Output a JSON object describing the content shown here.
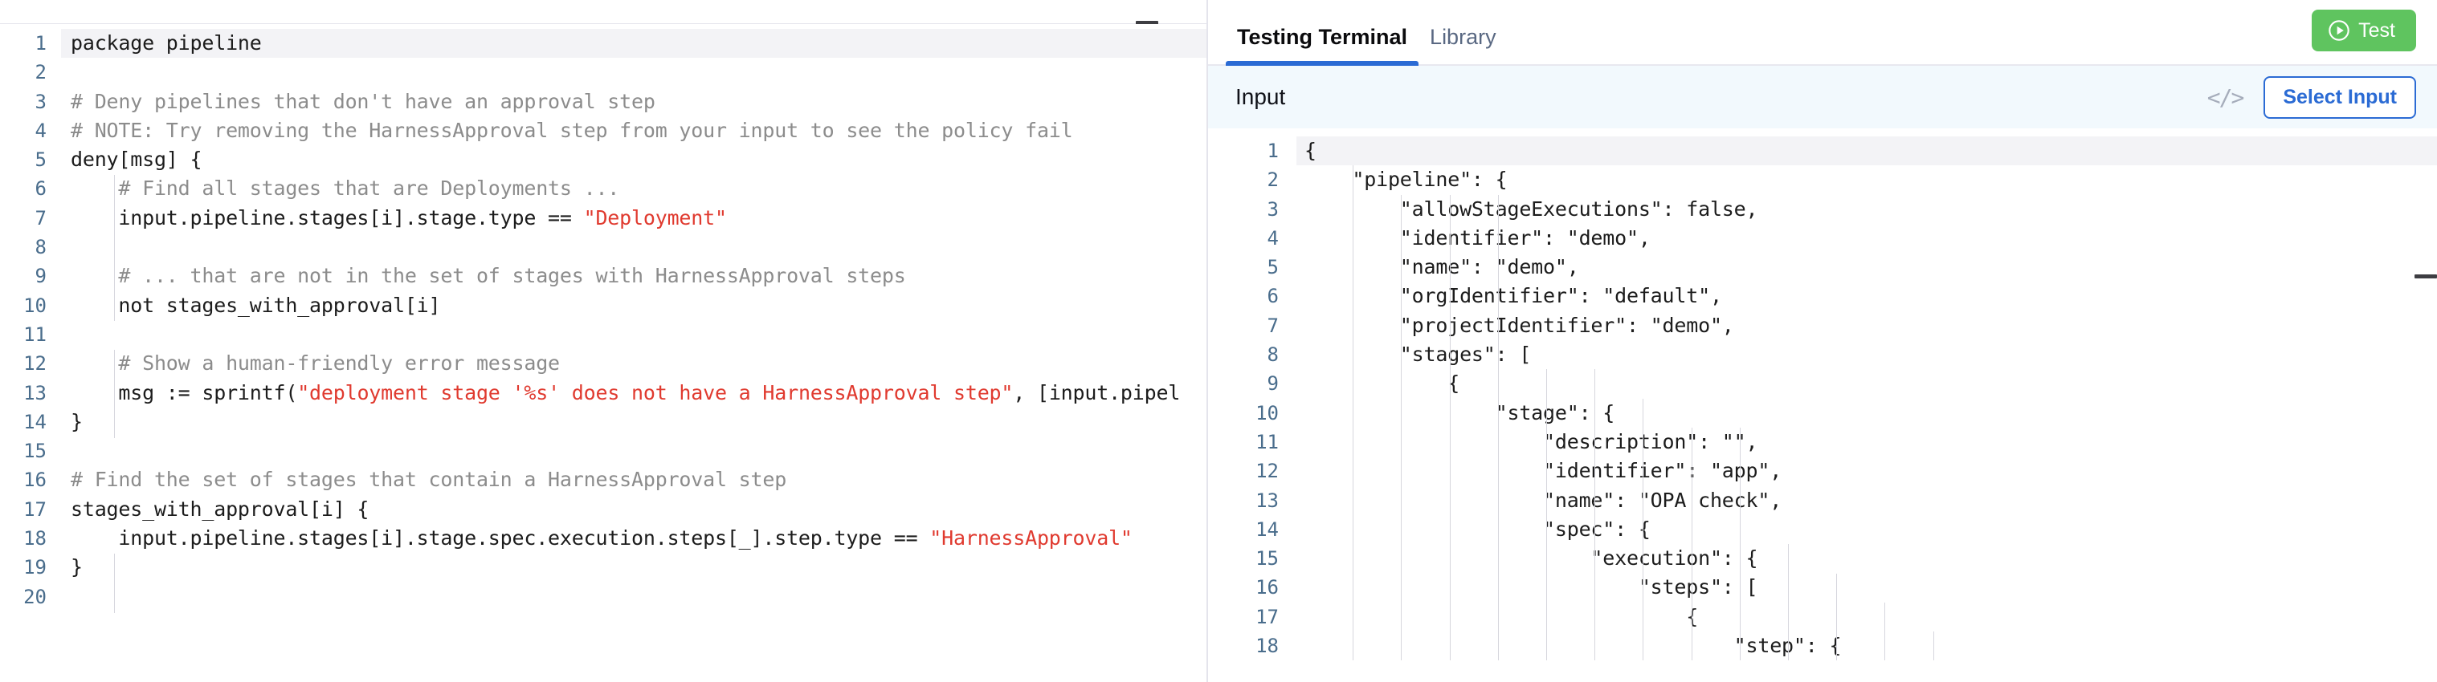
{
  "left_editor": {
    "name": "rego-policy-editor",
    "language": "rego",
    "active_line": 1,
    "total_lines": 20,
    "lines": [
      {
        "n": 1,
        "segments": [
          {
            "t": "package pipeline",
            "k": "plain"
          }
        ]
      },
      {
        "n": 2,
        "segments": []
      },
      {
        "n": 3,
        "segments": [
          {
            "t": "# Deny pipelines that don't have an approval step",
            "k": "comment"
          }
        ]
      },
      {
        "n": 4,
        "segments": [
          {
            "t": "# NOTE: Try removing the HarnessApproval step from your input to see the policy fail",
            "k": "comment"
          }
        ]
      },
      {
        "n": 5,
        "segments": [
          {
            "t": "deny[msg] {",
            "k": "plain"
          }
        ]
      },
      {
        "n": 6,
        "segments": [
          {
            "t": "    # Find all stages that are Deployments ...",
            "k": "comment"
          }
        ]
      },
      {
        "n": 7,
        "segments": [
          {
            "t": "    input.pipeline.stages[i].stage.type == ",
            "k": "plain"
          },
          {
            "t": "\"Deployment\"",
            "k": "string"
          }
        ]
      },
      {
        "n": 8,
        "segments": []
      },
      {
        "n": 9,
        "segments": [
          {
            "t": "    # ... that are not in the set of stages with HarnessApproval steps",
            "k": "comment"
          }
        ]
      },
      {
        "n": 10,
        "segments": [
          {
            "t": "    not stages_with_approval[i]",
            "k": "plain"
          }
        ]
      },
      {
        "n": 11,
        "segments": []
      },
      {
        "n": 12,
        "segments": [
          {
            "t": "    # Show a human-friendly error message",
            "k": "comment"
          }
        ]
      },
      {
        "n": 13,
        "segments": [
          {
            "t": "    msg := sprintf(",
            "k": "plain"
          },
          {
            "t": "\"deployment stage '%s' does not have a HarnessApproval step\"",
            "k": "string"
          },
          {
            "t": ", [input.pipel",
            "k": "plain"
          }
        ]
      },
      {
        "n": 14,
        "segments": [
          {
            "t": "}",
            "k": "plain"
          }
        ]
      },
      {
        "n": 15,
        "segments": []
      },
      {
        "n": 16,
        "segments": [
          {
            "t": "# Find the set of stages that contain a HarnessApproval step",
            "k": "comment"
          }
        ]
      },
      {
        "n": 17,
        "segments": [
          {
            "t": "stages_with_approval[i] {",
            "k": "plain"
          }
        ]
      },
      {
        "n": 18,
        "segments": [
          {
            "t": "    input.pipeline.stages[i].stage.spec.execution.steps[_].step.type == ",
            "k": "plain"
          },
          {
            "t": "\"HarnessApproval\"",
            "k": "string"
          }
        ]
      },
      {
        "n": 19,
        "segments": [
          {
            "t": "}",
            "k": "plain"
          }
        ]
      },
      {
        "n": 20,
        "segments": []
      }
    ]
  },
  "right_panel": {
    "tabs": [
      {
        "label": "Testing Terminal",
        "active": true
      },
      {
        "label": "Library",
        "active": false
      }
    ],
    "test_button": {
      "label": "Test",
      "icon": "play-circle-icon",
      "color": "#5fc45f"
    },
    "input_bar": {
      "label": "Input",
      "code_icon": "</>",
      "select_input_label": "Select Input"
    },
    "json_editor": {
      "name": "input-json-editor",
      "language": "json",
      "active_line": 1,
      "total_lines": 18,
      "lines": [
        {
          "n": 1,
          "text": "{"
        },
        {
          "n": 2,
          "text": "    \"pipeline\": {"
        },
        {
          "n": 3,
          "text": "        \"allowStageExecutions\": false,"
        },
        {
          "n": 4,
          "text": "        \"identifier\": \"demo\","
        },
        {
          "n": 5,
          "text": "        \"name\": \"demo\","
        },
        {
          "n": 6,
          "text": "        \"orgIdentifier\": \"default\","
        },
        {
          "n": 7,
          "text": "        \"projectIdentifier\": \"demo\","
        },
        {
          "n": 8,
          "text": "        \"stages\": ["
        },
        {
          "n": 9,
          "text": "            {"
        },
        {
          "n": 10,
          "text": "                \"stage\": {"
        },
        {
          "n": 11,
          "text": "                    \"description\": \"\","
        },
        {
          "n": 12,
          "text": "                    \"identifier\": \"app\","
        },
        {
          "n": 13,
          "text": "                    \"name\": \"OPA check\","
        },
        {
          "n": 14,
          "text": "                    \"spec\": {"
        },
        {
          "n": 15,
          "text": "                        \"execution\": {"
        },
        {
          "n": 16,
          "text": "                            \"steps\": ["
        },
        {
          "n": 17,
          "text": "                                {"
        },
        {
          "n": 18,
          "text": "                                    \"step\": {"
        }
      ]
    }
  },
  "colors": {
    "accent_blue": "#2b6bd4",
    "test_green": "#5fc45f",
    "gutter_blue": "#4a6d8c",
    "comment_gray": "#8c8c8c",
    "string_red": "#e03a2f",
    "input_bar_bg": "#f2f9fd"
  }
}
